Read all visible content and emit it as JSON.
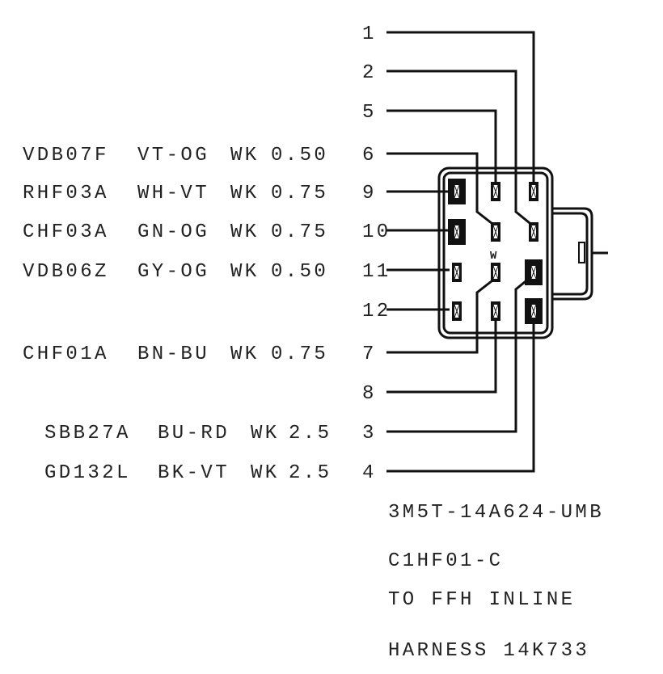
{
  "wires": [
    {
      "pin": "1"
    },
    {
      "pin": "2"
    },
    {
      "pin": "5"
    },
    {
      "pin": "6",
      "circuit": "VDB07F",
      "color": "VT-OG",
      "type": "WK",
      "size": "0.50"
    },
    {
      "pin": "9",
      "circuit": "RHF03A",
      "color": "WH-VT",
      "type": "WK",
      "size": "0.75"
    },
    {
      "pin": "10",
      "circuit": "CHF03A",
      "color": "GN-OG",
      "type": "WK",
      "size": "0.75"
    },
    {
      "pin": "11",
      "circuit": "VDB06Z",
      "color": "GY-OG",
      "type": "WK",
      "size": "0.50"
    },
    {
      "pin": "12"
    },
    {
      "pin": "7",
      "circuit": "CHF01A",
      "color": "BN-BU",
      "type": "WK",
      "size": "0.75"
    },
    {
      "pin": "8"
    },
    {
      "pin": "3",
      "circuit": "SBB27A",
      "color": "BU-RD",
      "type": "WK",
      "size": "2.5"
    },
    {
      "pin": "4",
      "circuit": "GD132L",
      "color": "BK-VT",
      "type": "WK",
      "size": "2.5"
    }
  ],
  "connector": {
    "cavity_mark": "W",
    "part_number": "3M5T-14A624-UMB",
    "connector_id": "C1HF01-C",
    "description": "TO FFH INLINE",
    "harness": "HARNESS 14K733"
  }
}
